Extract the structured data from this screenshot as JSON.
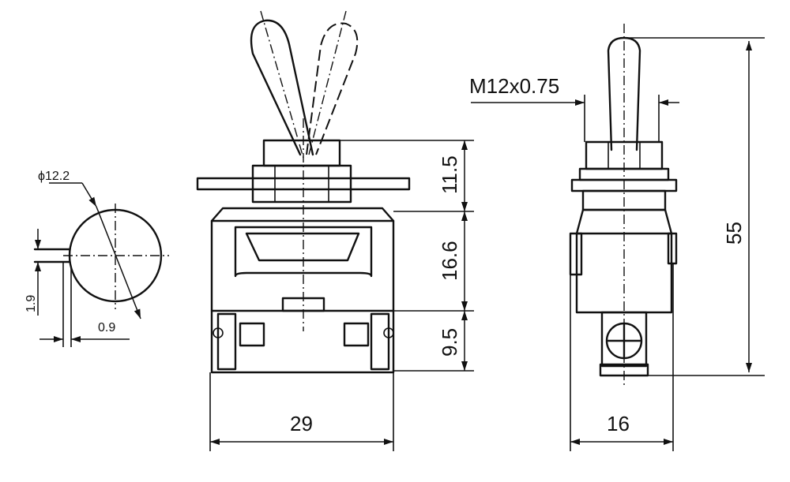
{
  "dimensions": {
    "height_top": "11.5",
    "height_mid": "16.6",
    "height_low": "9.5",
    "width_front": "29",
    "width_side": "16",
    "total_height": "55",
    "thread": "M12x0.75",
    "diameter": "ϕ12.2",
    "pin_width": "1.9",
    "pin_depth": "0.9"
  },
  "colors": {
    "line": "#111111",
    "background": "#ffffff"
  }
}
